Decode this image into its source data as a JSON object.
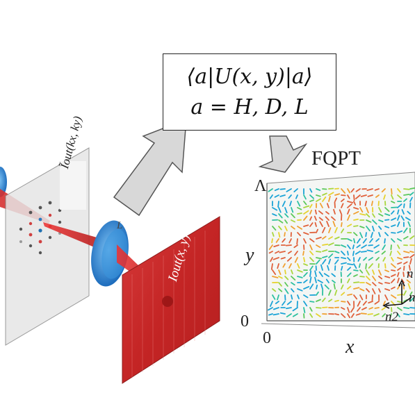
{
  "equation": {
    "line1": "⟨a|U(x, y)|a⟩",
    "line2": "a = H, D, L"
  },
  "labels": {
    "fqpt": "FQPT",
    "y_axis": "y",
    "x_axis": "x",
    "y_zero": "0",
    "x_zero": "0",
    "y_max": "Λ",
    "fourier_plane": "Ĩout(kx, ky)",
    "image_plane": "Iout(x, y)",
    "lens": "L",
    "n1": "n",
    "n2": "n2",
    "n3": "n"
  },
  "colors": {
    "beam": "#d62a2a",
    "lens": "#1e7fd4",
    "image_plane": "#c42a2a",
    "arrow_fill": "#d8d8d8"
  }
}
